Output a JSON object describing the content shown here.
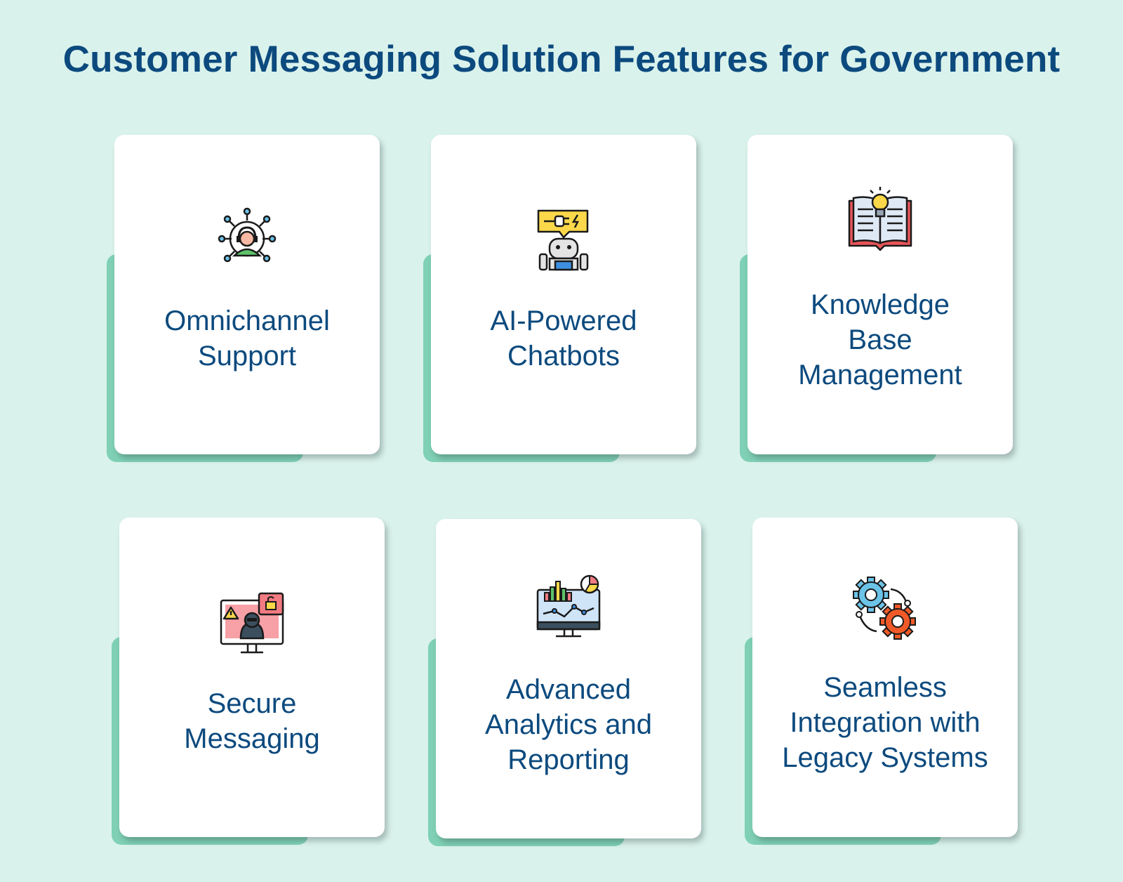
{
  "title": "Customer Messaging Solution Features for Government",
  "features": [
    {
      "icon": "headset-network-icon",
      "lines": [
        "Omnichannel",
        "Support"
      ]
    },
    {
      "icon": "chatbot-icon",
      "lines": [
        "AI-Powered",
        "Chatbots"
      ]
    },
    {
      "icon": "book-lightbulb-icon",
      "lines": [
        "Knowledge",
        "Base",
        "Management"
      ]
    },
    {
      "icon": "hacker-monitor-icon",
      "lines": [
        "Secure",
        "Messaging"
      ]
    },
    {
      "icon": "analytics-monitor-icon",
      "lines": [
        "Advanced",
        "Analytics and",
        "Reporting"
      ]
    },
    {
      "icon": "gears-icon",
      "lines": [
        "Seamless",
        "Integration with",
        "Legacy Systems"
      ]
    }
  ],
  "colors": {
    "background": "#daf2ec",
    "accent": "#7fd0b5",
    "text": "#0c4a7e",
    "card": "#ffffff"
  }
}
